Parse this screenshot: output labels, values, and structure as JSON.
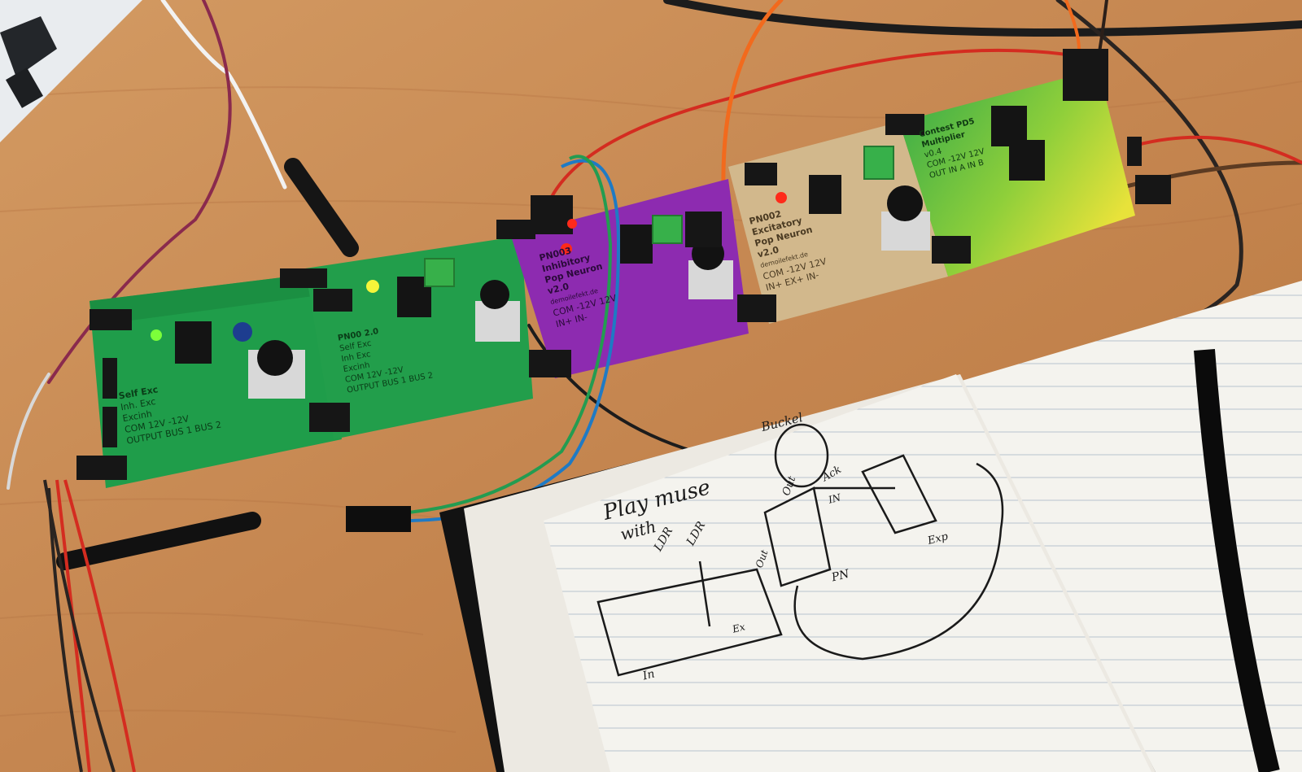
{
  "photo": {
    "modules": [
      {
        "lines": [
          "Self Exc",
          "Inh. Exc",
          "Excinh"
        ],
        "rails": [
          "COM",
          "12V",
          "-12V"
        ],
        "header_labels": [
          "OUTPUT",
          "BUS 1",
          "BUS 2"
        ]
      },
      {
        "lines": [
          "PN00",
          "2.0",
          "Self Exc",
          "Inh Exc",
          "Excinh"
        ],
        "rails": [
          "COM",
          "12V",
          "-12V"
        ],
        "header_labels": [
          "OUTPUT",
          "BUS 1",
          "BUS 2"
        ]
      },
      {
        "lines": [
          "PN003",
          "Inhibitory",
          "Pop Neuron",
          "v2.0",
          "demoilefekt.de"
        ],
        "rails": [
          "COM",
          "-12V",
          "12V"
        ],
        "header_labels": [
          "IN+",
          "IN-"
        ]
      },
      {
        "lines": [
          "PN002",
          "Excitatory",
          "Pop Neuron",
          "v2.0",
          "demoilefekt.de"
        ],
        "rails": [
          "COM",
          "-12V",
          "12V"
        ],
        "header_labels": [
          "IN+",
          "EX+",
          "IN-"
        ]
      },
      {
        "lines": [
          "Contest PD5",
          "Multiplier",
          "v0.4"
        ],
        "rails": [
          "COM",
          "-12V",
          "12V"
        ],
        "header_labels": [
          "OUT",
          "IN A",
          "IN B"
        ]
      }
    ],
    "notebook_sketch": {
      "heading": "Play muse",
      "subheading": "with",
      "labels": [
        "LDR",
        "LDR",
        "Buckel",
        "Out",
        "Ack",
        "IN",
        "Exp",
        "Out",
        "PN",
        "In",
        "Ex"
      ]
    }
  }
}
